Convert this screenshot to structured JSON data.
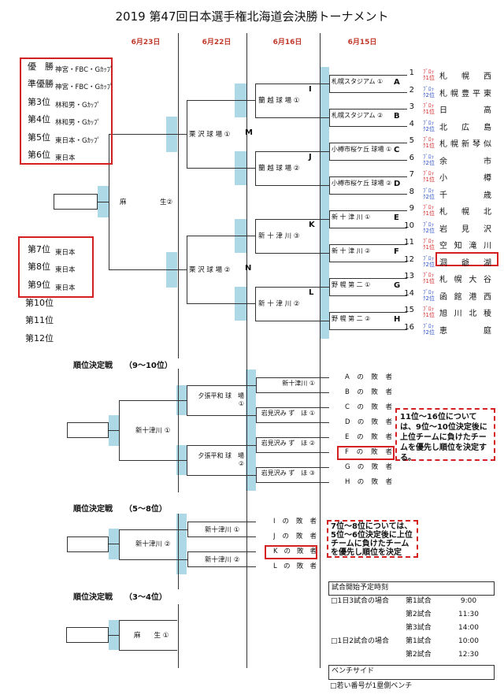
{
  "title": "2019 第47回日本選手権北海道会決勝トーナメント",
  "dates": [
    "6月23日",
    "6月22日",
    "6月16日",
    "6月15日"
  ],
  "standings": [
    {
      "rank": "優　勝",
      "team": "神宮・FBC・Gｶｯﾌﾟ"
    },
    {
      "rank": "準優勝",
      "team": "神宮・FBC・Gｶｯﾌﾟ"
    },
    {
      "rank": "第3位",
      "team": "林和男・Gｶｯﾌﾟ"
    },
    {
      "rank": "第4位",
      "team": "林和男・Gｶｯﾌﾟ"
    },
    {
      "rank": "第5位",
      "team": "東日本・Gｶｯﾌﾟ"
    },
    {
      "rank": "第6位",
      "team": "東日本"
    },
    {
      "rank": "第7位",
      "team": "東日本"
    },
    {
      "rank": "第8位",
      "team": "東日本"
    },
    {
      "rank": "第9位",
      "team": "東日本"
    },
    {
      "rank": "第10位",
      "team": ""
    },
    {
      "rank": "第11位",
      "team": ""
    },
    {
      "rank": "第12位",
      "team": ""
    }
  ],
  "final": {
    "venue": "麻　　　　　生②"
  },
  "semifinals": [
    {
      "venue": "栗 沢 球 場 ①",
      "code": "M"
    },
    {
      "venue": "栗 沢 球 場 ②",
      "code": "N"
    }
  ],
  "quarterfinals": [
    {
      "venue": "蘭 越 球 場 ①",
      "code": "I"
    },
    {
      "venue": "蘭 越 球 場 ②",
      "code": "J"
    },
    {
      "venue": "新 十 津 川 ③",
      "code": "K"
    },
    {
      "venue": "新 十 津 川 ②",
      "code": "L"
    }
  ],
  "round1": [
    {
      "venue": "札幌スタジアム ①",
      "code": "A"
    },
    {
      "venue": "札幌スタジアム ②",
      "code": "B"
    },
    {
      "venue": "小樽市桜ケ丘 球場 ①",
      "code": "C"
    },
    {
      "venue": "小樽市桜ケ丘 球場 ②",
      "code": "D"
    },
    {
      "venue": "新 十 津 川 ①",
      "code": "E"
    },
    {
      "venue": "新 十 津 川 ②",
      "code": "F"
    },
    {
      "venue": "野 幌 第 二 ①",
      "code": "G"
    },
    {
      "venue": "野 幌 第 二 ②",
      "code": "H"
    }
  ],
  "teams": [
    {
      "no": "1",
      "block": "ﾌﾞﾛｯｸ1位",
      "name": "札幌西"
    },
    {
      "no": "2",
      "block": "ﾌﾞﾛｯｸ2位",
      "name": "札幌豊平東"
    },
    {
      "no": "3",
      "block": "ﾌﾞﾛｯｸ1位",
      "name": "日高"
    },
    {
      "no": "4",
      "block": "ﾌﾞﾛｯｸ2位",
      "name": "北広島"
    },
    {
      "no": "5",
      "block": "ﾌﾞﾛｯｸ1位",
      "name": "札幌新琴似"
    },
    {
      "no": "6",
      "block": "ﾌﾞﾛｯｸ2位",
      "name": "余市"
    },
    {
      "no": "7",
      "block": "ﾌﾞﾛｯｸ1位",
      "name": "小樽"
    },
    {
      "no": "8",
      "block": "ﾌﾞﾛｯｸ2位",
      "name": "千歳"
    },
    {
      "no": "9",
      "block": "ﾌﾞﾛｯｸ1位",
      "name": "札幌北"
    },
    {
      "no": "10",
      "block": "ﾌﾞﾛｯｸ2位",
      "name": "岩見沢"
    },
    {
      "no": "11",
      "block": "ﾌﾞﾛｯｸ1位",
      "name": "空知滝川"
    },
    {
      "no": "12",
      "block": "ﾌﾞﾛｯｸ2位",
      "name": "洞爺湖"
    },
    {
      "no": "13",
      "block": "ﾌﾞﾛｯｸ1位",
      "name": "札幌大谷"
    },
    {
      "no": "14",
      "block": "ﾌﾞﾛｯｸ2位",
      "name": "函館港西"
    },
    {
      "no": "15",
      "block": "ﾌﾞﾛｯｸ1位",
      "name": "旭川北稜"
    },
    {
      "no": "16",
      "block": "ﾌﾞﾛｯｸ2位",
      "name": "恵庭"
    }
  ],
  "placement_9_10": {
    "title": "順位決定戦　　（9～10位）",
    "final": "新十津川 ①",
    "semis": [
      "夕張平和 球　場 ①",
      "夕張平和 球　場 ②"
    ],
    "round1": [
      "新十津川 ①",
      "岩見沢み ず　ほ ①",
      "岩見沢み ず　ほ ②",
      "岩見沢み ず　ほ ③"
    ],
    "losers": [
      "Aの敗者",
      "Bの敗者",
      "Cの敗者",
      "Dの敗者",
      "Eの敗者",
      "Fの敗者",
      "Gの敗者",
      "Hの敗者"
    ],
    "note": "11位～16位については、9位～10位決定後に上位チームに負けたチームを優先し順位を決定する。"
  },
  "placement_5_8": {
    "title": "順位決定戦　　（5～8位）",
    "final": "新十津川 ②",
    "round1": [
      "新十津川 ①",
      "新十津川 ②"
    ],
    "losers": [
      "Iの敗者",
      "Jの敗者",
      "Kの敗者",
      "Lの敗者"
    ],
    "note": "7位～8位については、5位～6位決定後に上位チームに負けたチームを優先し順位を決定"
  },
  "placement_3_4": {
    "title": "順位決定戦　　（3～4位）",
    "final": "麻　　生 ①"
  },
  "schedule": {
    "header": "試合開始予定時刻",
    "rows": [
      {
        "case": "□1日3試合の場合",
        "game": "第1試合",
        "time": "9:00"
      },
      {
        "case": "",
        "game": "第2試合",
        "time": "11:30"
      },
      {
        "case": "",
        "game": "第3試合",
        "time": "14:00"
      },
      {
        "case": "□1日2試合の場合",
        "game": "第1試合",
        "time": "10:00"
      },
      {
        "case": "",
        "game": "第2試合",
        "time": "12:30"
      }
    ]
  },
  "bench": {
    "header": "ベンチサイド",
    "rule": "□若い番号が1塁側ベンチ"
  },
  "colors": {
    "date": "#c0392b",
    "block_1st": "#d42020",
    "block_2nd": "#2b4fc7",
    "highlight": "#d42020",
    "bracket_bar": "#add8e6"
  }
}
